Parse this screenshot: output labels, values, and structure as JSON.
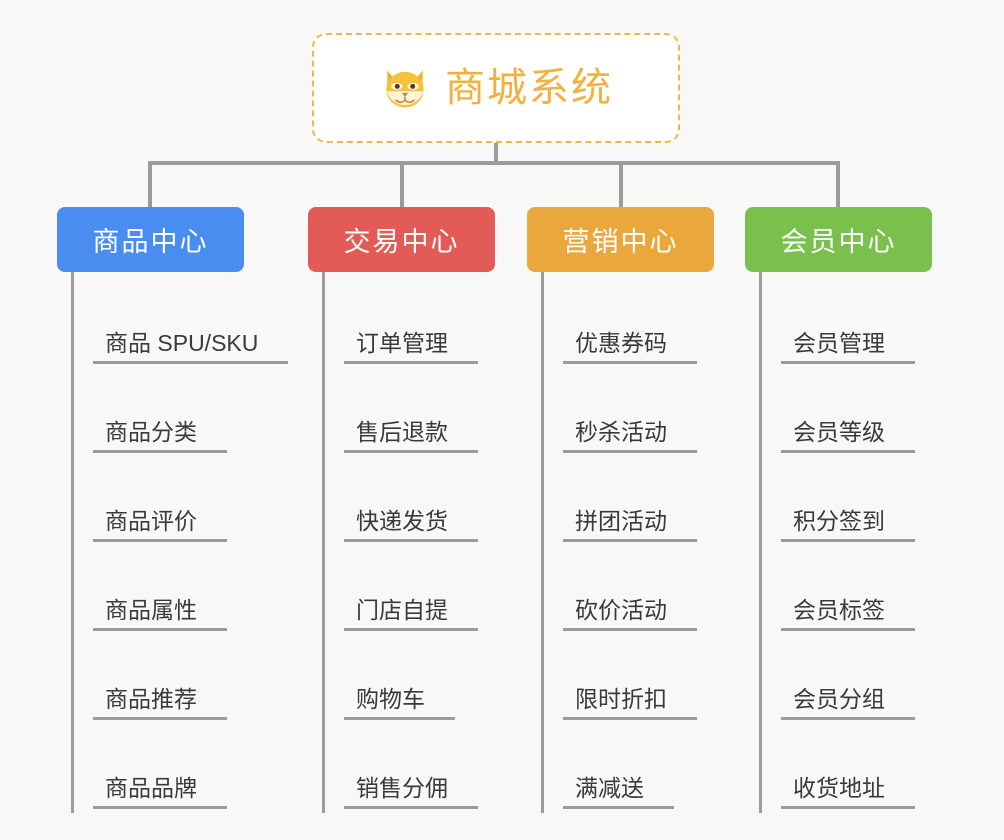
{
  "root": {
    "title": "商城系统",
    "mascot_icon": "shiba-dog-face-icon",
    "border_color": "#f0b846",
    "title_color": "#f0b23c"
  },
  "line_color": "#9b9b9b",
  "background_color": "#f8f8f9",
  "columns": [
    {
      "id": "product-center",
      "header": "商品中心",
      "color": "#4a8df0",
      "items": [
        "商品 SPU/SKU",
        "商品分类",
        "商品评价",
        "商品属性",
        "商品推荐",
        "商品品牌"
      ]
    },
    {
      "id": "trade-center",
      "header": "交易中心",
      "color": "#e35b57",
      "items": [
        "订单管理",
        "售后退款",
        "快递发货",
        "门店自提",
        "购物车",
        "销售分佣"
      ]
    },
    {
      "id": "marketing-center",
      "header": "营销中心",
      "color": "#eaa83c",
      "items": [
        "优惠券码",
        "秒杀活动",
        "拼团活动",
        "砍价活动",
        "限时折扣",
        "满减送"
      ]
    },
    {
      "id": "member-center",
      "header": "会员中心",
      "color": "#79c14c",
      "items": [
        "会员管理",
        "会员等级",
        "积分签到",
        "会员标签",
        "会员分组",
        "收货地址"
      ]
    }
  ]
}
